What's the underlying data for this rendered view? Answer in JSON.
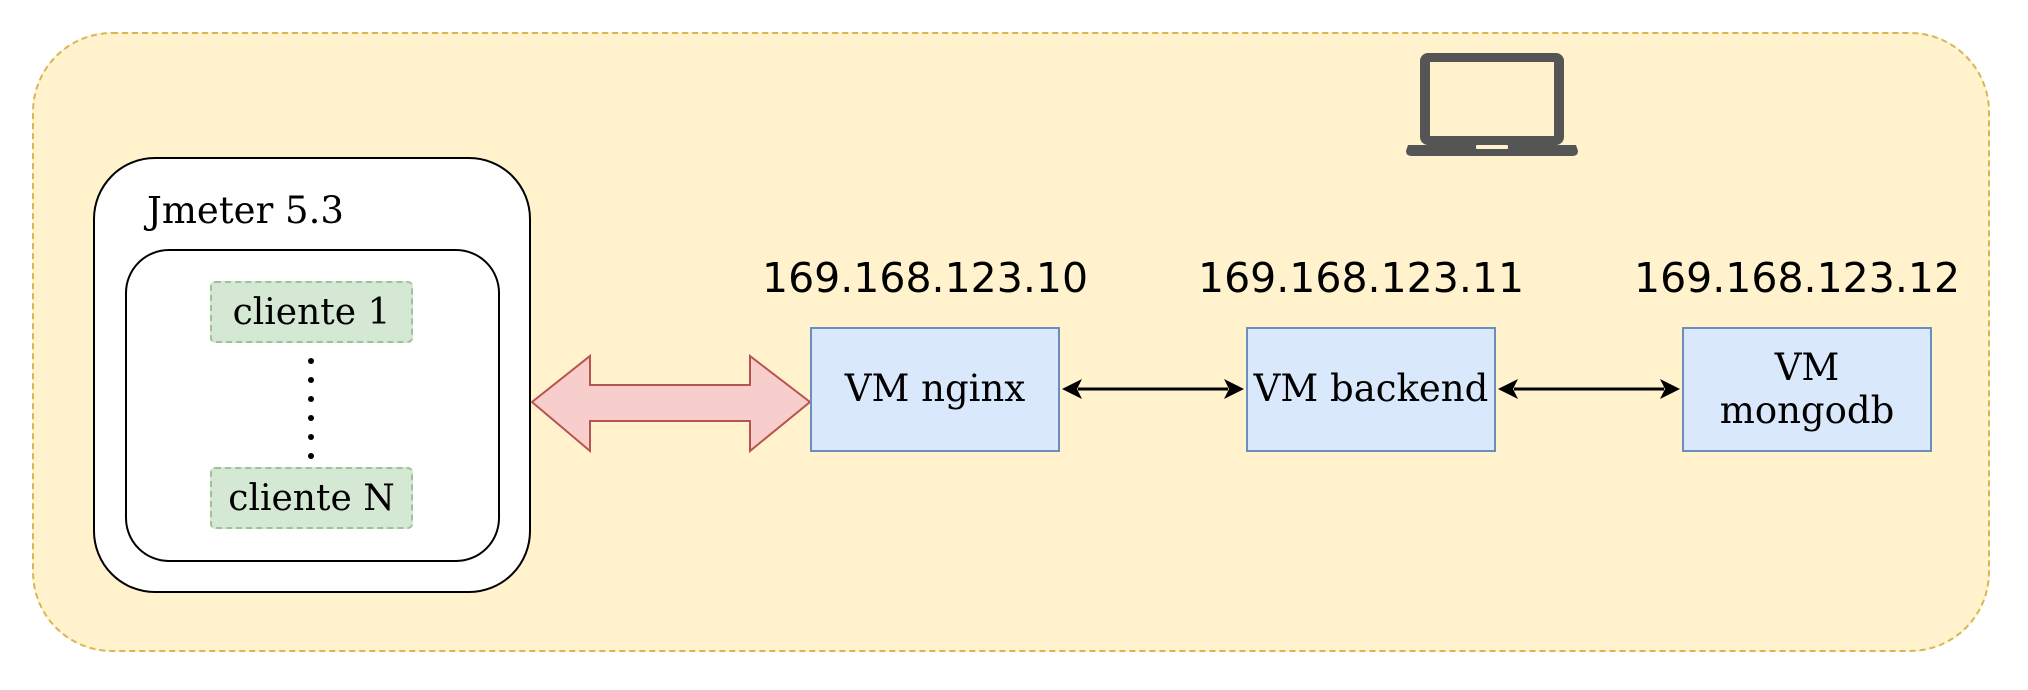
{
  "diagram": {
    "host_icon": "laptop-icon",
    "jmeter": {
      "label": "Jmeter 5.3",
      "clients": [
        "cliente 1",
        "cliente N"
      ]
    },
    "connection_icon": "double-arrow-icon",
    "vms": [
      {
        "ip": "169.168.123.10",
        "name": "VM nginx"
      },
      {
        "ip": "169.168.123.11",
        "name": "VM backend"
      },
      {
        "ip": "169.168.123.12",
        "name": "VM\nmongodb"
      }
    ]
  },
  "colors": {
    "host_fill": "#fff2cc",
    "host_border": "#d6b656",
    "client_fill": "#d5e8d4",
    "client_border": "#9bc493",
    "vm_fill": "#dae8fc",
    "vm_border": "#6c8ebf",
    "arrow_fill": "#f8cecc",
    "arrow_border": "#b85450",
    "laptop": "#555555"
  }
}
